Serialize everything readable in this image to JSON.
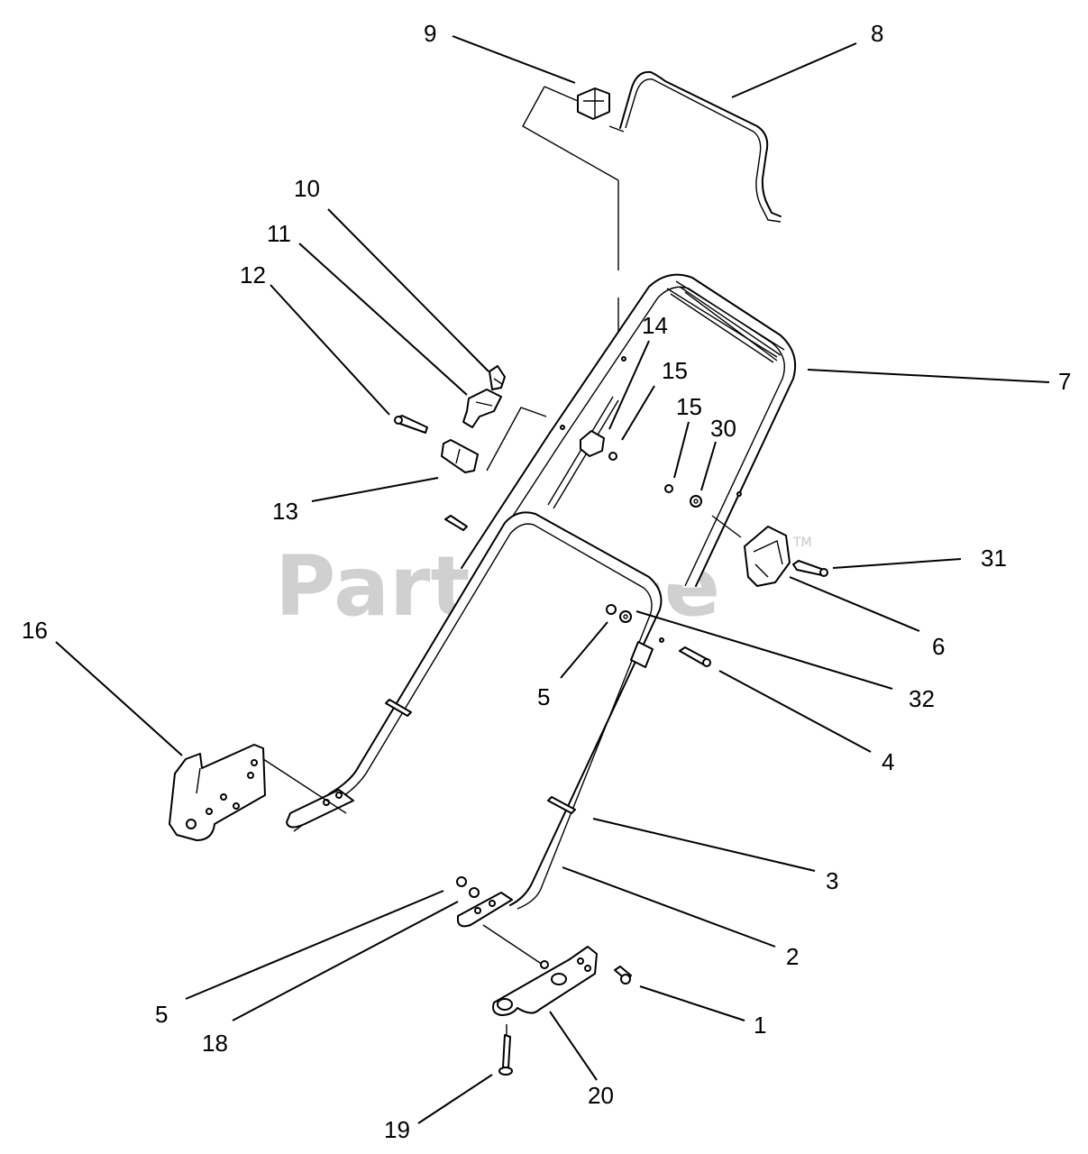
{
  "watermark": {
    "text": "PartsTree",
    "trademark": "TM"
  },
  "callouts": [
    {
      "id": "c9",
      "label": "9"
    },
    {
      "id": "c8",
      "label": "8"
    },
    {
      "id": "c10",
      "label": "10"
    },
    {
      "id": "c11",
      "label": "11"
    },
    {
      "id": "c12",
      "label": "12"
    },
    {
      "id": "c13",
      "label": "13"
    },
    {
      "id": "c14",
      "label": "14"
    },
    {
      "id": "c15a",
      "label": "15"
    },
    {
      "id": "c15b",
      "label": "15"
    },
    {
      "id": "c30",
      "label": "30"
    },
    {
      "id": "c7",
      "label": "7"
    },
    {
      "id": "c31",
      "label": "31"
    },
    {
      "id": "c6",
      "label": "6"
    },
    {
      "id": "c16",
      "label": "16"
    },
    {
      "id": "c5a",
      "label": "5"
    },
    {
      "id": "c32",
      "label": "32"
    },
    {
      "id": "c4",
      "label": "4"
    },
    {
      "id": "c3",
      "label": "3"
    },
    {
      "id": "c2",
      "label": "2"
    },
    {
      "id": "c5b",
      "label": "5"
    },
    {
      "id": "c18",
      "label": "18"
    },
    {
      "id": "c1",
      "label": "1"
    },
    {
      "id": "c20",
      "label": "20"
    },
    {
      "id": "c19",
      "label": "19"
    }
  ]
}
